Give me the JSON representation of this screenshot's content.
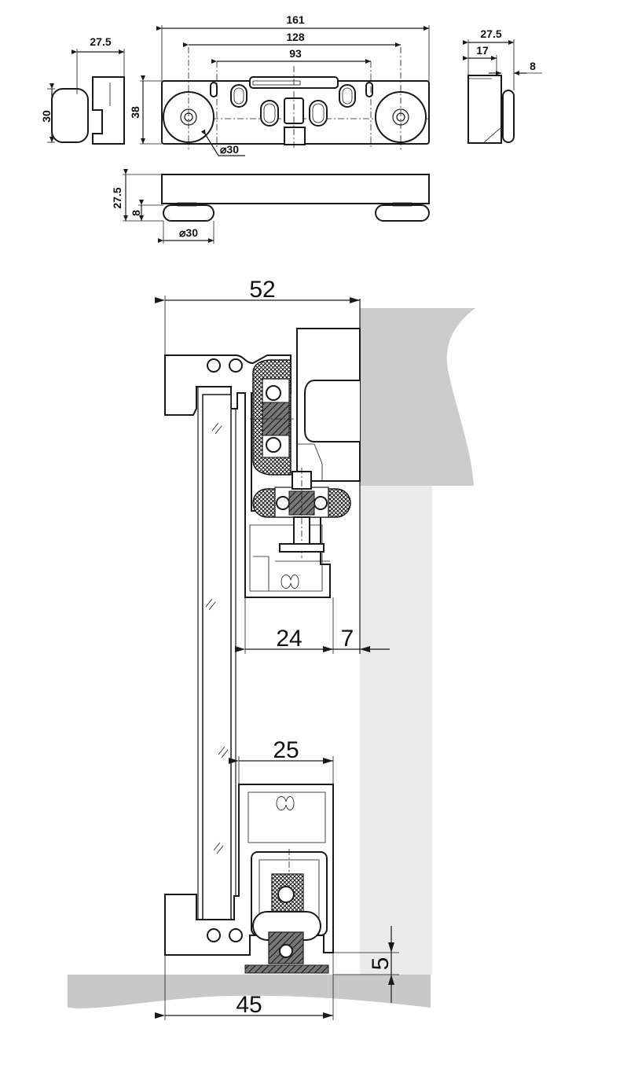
{
  "top_views": {
    "side_left": {
      "width_label": "27.5",
      "height_label": "30"
    },
    "front": {
      "overall_label": "161",
      "mid_label": "128",
      "inner_label": "93",
      "height_label": "38",
      "wheel_dia_label": "⌀30"
    },
    "side_right": {
      "width_label": "27.5",
      "inner_label": "17",
      "gap_label": "8"
    },
    "bottom": {
      "height_label": "27.5",
      "wheel_height_label": "8",
      "wheel_dia_label": "⌀30"
    }
  },
  "section": {
    "overall_width_label": "52",
    "rail_depth_label": "24",
    "wall_offset_label": "7",
    "bottom_guide_width_label": "25",
    "bottom_width_label": "45",
    "floor_gap_label": "5"
  },
  "colors": {
    "wall": "#cccccc",
    "wall_face": "#ebebeb",
    "floor": "#c8c8c8",
    "line": "#1a1a1a"
  }
}
